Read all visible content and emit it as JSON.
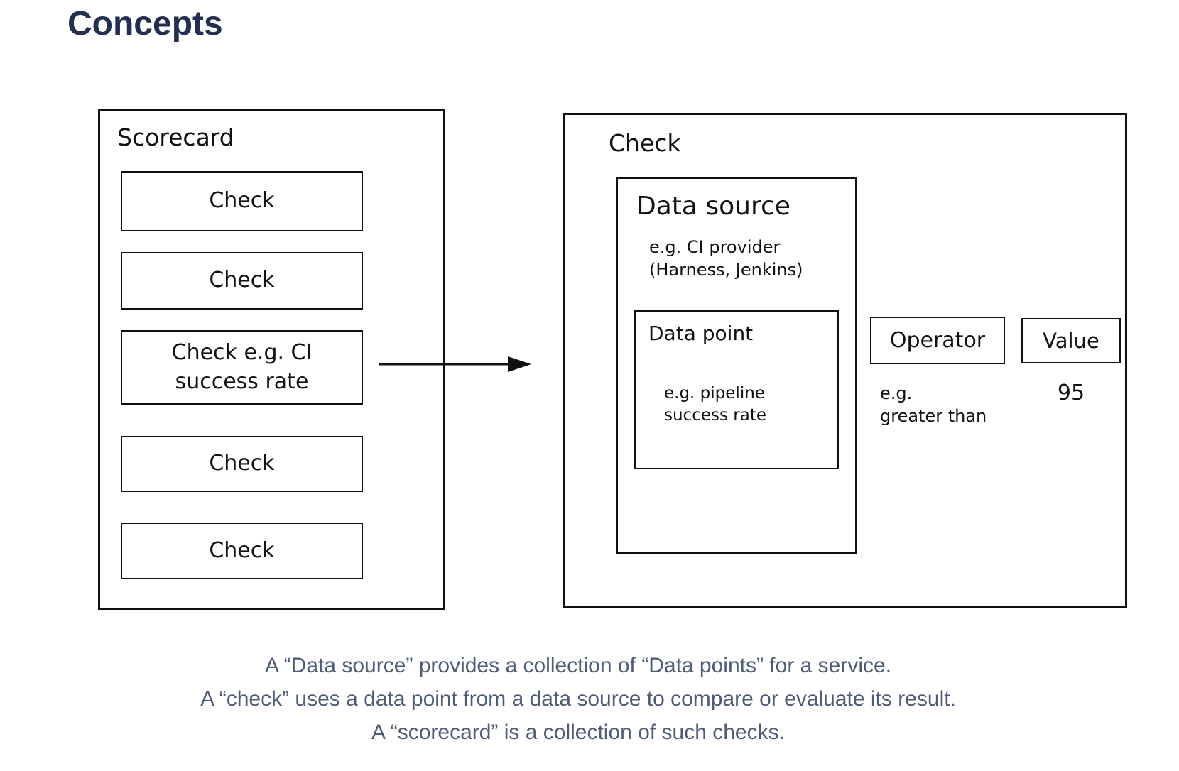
{
  "page": {
    "title": "Concepts"
  },
  "colors": {
    "title_text": "#242e4f",
    "caption_text": "#4e5c77",
    "diagram_stroke": "#111111",
    "background": "#ffffff"
  },
  "scorecard": {
    "label": "Scorecard",
    "checks": [
      "Check",
      "Check",
      "Check e.g. CI\nsuccess rate",
      "Check",
      "Check"
    ]
  },
  "check_detail": {
    "label": "Check",
    "data_source": {
      "label": "Data source",
      "example": "e.g. CI provider\n(Harness, Jenkins)",
      "data_point": {
        "label": "Data point",
        "example": "e.g. pipeline\nsuccess rate"
      }
    },
    "operator": {
      "label": "Operator",
      "example": "e.g.\ngreater than"
    },
    "value": {
      "label": "Value",
      "example": "95"
    }
  },
  "caption": {
    "lines": [
      "A “Data source” provides a collection of “Data points” for a service.",
      "A “check” uses a data point from a data source to compare or evaluate its result.",
      "A “scorecard” is a collection of such checks."
    ]
  }
}
